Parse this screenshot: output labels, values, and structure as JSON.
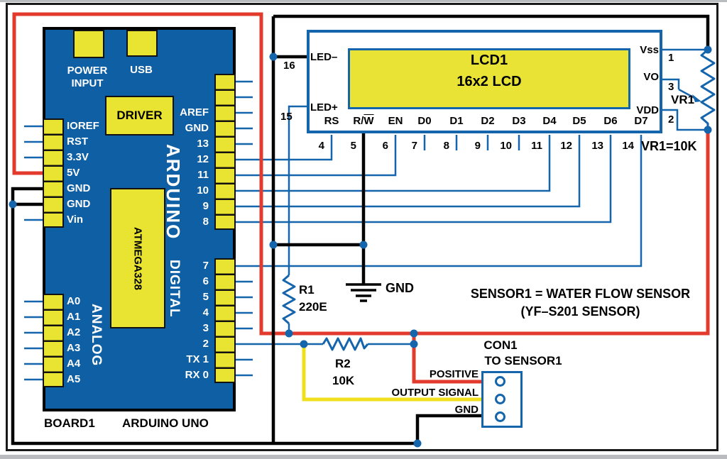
{
  "colors": {
    "board_blue": "#0f5fa4",
    "pad_yellow": "#e9e431",
    "screen_yellow": "#e8e334",
    "wire_blue": "#1565ad",
    "wire_red": "#e23b2d",
    "wire_yellow": "#efdf1c",
    "wire_black": "#000000"
  },
  "board": {
    "ref": "BOARD1",
    "name": "ARDUINO UNO",
    "brand": "ARDUINO",
    "power_input_line1": "POWER",
    "power_input_line2": "INPUT",
    "usb": "USB",
    "driver": "DRIVER",
    "chip": "ATMEGA328",
    "digital_group": "DIGITAL",
    "analog_group": "ANALOG",
    "power_pins": [
      "IOREF",
      "RST",
      "3.3V",
      "5V",
      "GND",
      "GND",
      "Vin"
    ],
    "analog_pins": [
      "A0",
      "A1",
      "A2",
      "A3",
      "A4",
      "A5"
    ],
    "digital_top_pins": [
      "AREF",
      "GND",
      "13",
      "12",
      "11",
      "10",
      "9",
      "8"
    ],
    "digital_bottom_pins": [
      "7",
      "6",
      "5",
      "4",
      "3",
      "2"
    ],
    "tx_pin": "TX 1",
    "rx_pin": "RX 0"
  },
  "lcd": {
    "name": "LCD1",
    "type": "16x2 LCD",
    "led_minus": "LED–",
    "led_plus": "LED+",
    "pin16": "16",
    "pin15": "15",
    "rw": {
      "prefix": "R/",
      "w": "W"
    },
    "bottom_labels": [
      "RS",
      "R/W",
      "EN",
      "D0",
      "D1",
      "D2",
      "D3",
      "D4",
      "D5",
      "D6",
      "D7"
    ],
    "bottom_numbers": [
      "4",
      "5",
      "6",
      "7",
      "8",
      "9",
      "10",
      "11",
      "12",
      "13",
      "14"
    ],
    "right_labels": [
      "Vss",
      "VO",
      "VDD"
    ],
    "right_numbers": [
      "1",
      "3",
      "2"
    ]
  },
  "r1": {
    "label": "R1",
    "value": "220E"
  },
  "r2": {
    "label": "R2",
    "value": "10K"
  },
  "vr1": {
    "label": "VR1",
    "note": "VR1=10K"
  },
  "gnd_label": "GND",
  "con1": {
    "label": "CON1",
    "sub": "TO SENSOR1",
    "pin_positive": "POSITIVE",
    "pin_signal": "OUTPUT SIGNAL",
    "pin_gnd": "GND"
  },
  "notes": {
    "line1": "SENSOR1 = WATER FLOW SENSOR",
    "line2": "(YF–S201 SENSOR)"
  }
}
